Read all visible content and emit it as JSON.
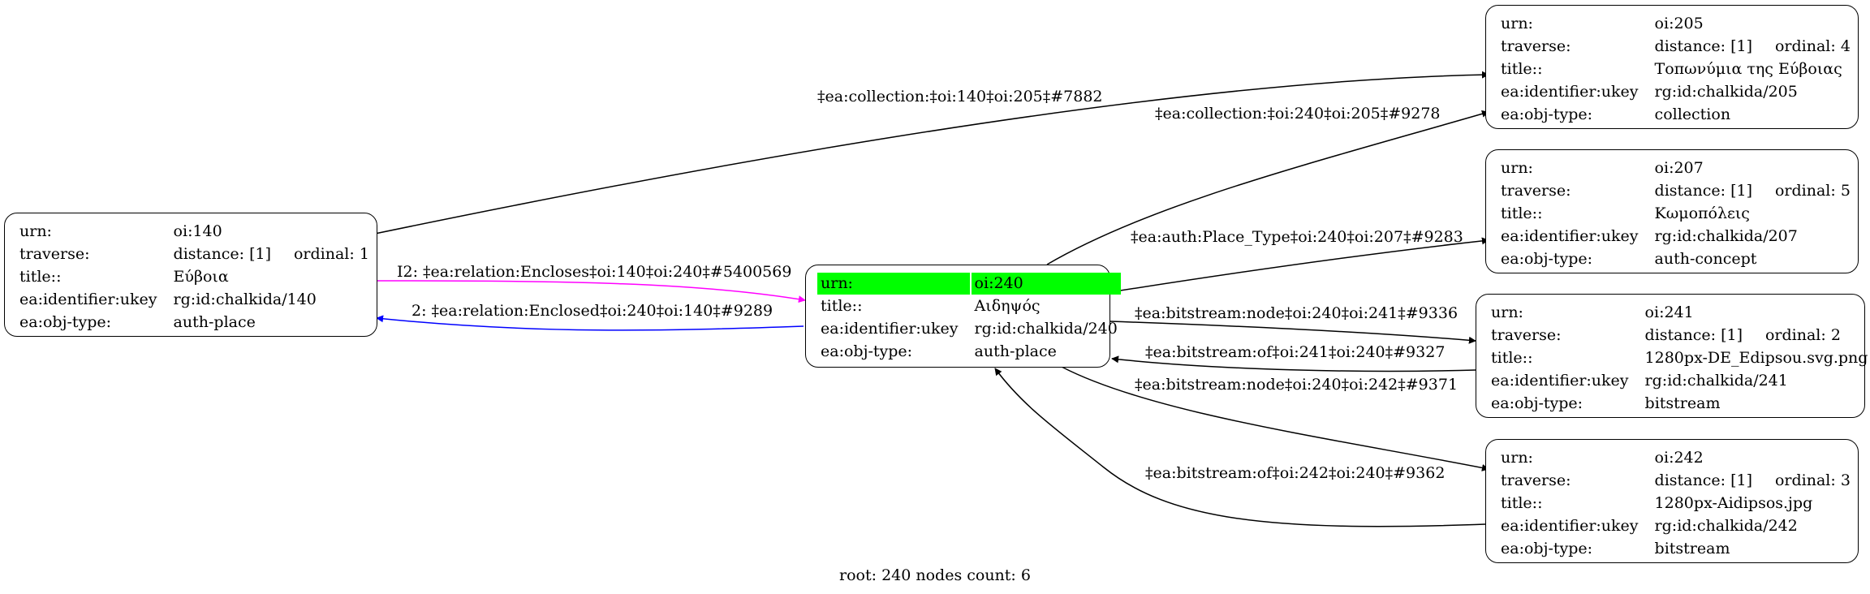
{
  "nodes": {
    "n140": {
      "urn": {
        "k": "urn:",
        "v": "oi:140"
      },
      "traverse": {
        "k": "traverse:",
        "v": "distance: [1]",
        "o": "ordinal: 1"
      },
      "title": {
        "k": "title::",
        "v": "Εύβοια"
      },
      "ukey": {
        "k": "ea:identifier:ukey",
        "v": "rg:id:chalkida/140"
      },
      "type": {
        "k": "ea:obj-type:",
        "v": "auth-place"
      }
    },
    "n240": {
      "urn": {
        "k": "urn:",
        "v": "oi:240"
      },
      "title": {
        "k": "title::",
        "v": "Αιδηψός"
      },
      "ukey": {
        "k": "ea:identifier:ukey",
        "v": "rg:id:chalkida/240"
      },
      "type": {
        "k": "ea:obj-type:",
        "v": "auth-place"
      }
    },
    "n205": {
      "urn": {
        "k": "urn:",
        "v": "oi:205"
      },
      "traverse": {
        "k": "traverse:",
        "v": "distance: [1]",
        "o": "ordinal: 4"
      },
      "title": {
        "k": "title::",
        "v": "Τοπωνύμια της Εύβοιας"
      },
      "ukey": {
        "k": "ea:identifier:ukey",
        "v": "rg:id:chalkida/205"
      },
      "type": {
        "k": "ea:obj-type:",
        "v": "collection"
      }
    },
    "n207": {
      "urn": {
        "k": "urn:",
        "v": "oi:207"
      },
      "traverse": {
        "k": "traverse:",
        "v": "distance: [1]",
        "o": "ordinal: 5"
      },
      "title": {
        "k": "title::",
        "v": "Κωμοπόλεις"
      },
      "ukey": {
        "k": "ea:identifier:ukey",
        "v": "rg:id:chalkida/207"
      },
      "type": {
        "k": "ea:obj-type:",
        "v": "auth-concept"
      }
    },
    "n241": {
      "urn": {
        "k": "urn:",
        "v": "oi:241"
      },
      "traverse": {
        "k": "traverse:",
        "v": "distance: [1]",
        "o": "ordinal: 2"
      },
      "title": {
        "k": "title::",
        "v": "1280px-DE_Edipsou.svg.png"
      },
      "ukey": {
        "k": "ea:identifier:ukey",
        "v": "rg:id:chalkida/241"
      },
      "type": {
        "k": "ea:obj-type:",
        "v": "bitstream"
      }
    },
    "n242": {
      "urn": {
        "k": "urn:",
        "v": "oi:242"
      },
      "traverse": {
        "k": "traverse:",
        "v": "distance: [1]",
        "o": "ordinal: 3"
      },
      "title": {
        "k": "title::",
        "v": "1280px-Aidipsos.jpg"
      },
      "ukey": {
        "k": "ea:identifier:ukey",
        "v": "rg:id:chalkida/242"
      },
      "type": {
        "k": "ea:obj-type:",
        "v": "bitstream"
      }
    }
  },
  "edges": {
    "collection_140_205": "‡ea:collection:‡oi:140‡oi:205‡#7882",
    "collection_240_205": "‡ea:collection:‡oi:240‡oi:205‡#9278",
    "auth_240_207": "‡ea:auth:Place_Type‡oi:240‡oi:207‡#9283",
    "encloses_140_240": "I2: ‡ea:relation:Encloses‡oi:140‡oi:240‡#5400569",
    "enclosed_240_140": "2: ‡ea:relation:Enclosed‡oi:240‡oi:140‡#9289",
    "node_240_241": "‡ea:bitstream:node‡oi:240‡oi:241‡#9336",
    "of_241_240": "‡ea:bitstream:of‡oi:241‡oi:240‡#9327",
    "node_240_242": "‡ea:bitstream:node‡oi:240‡oi:242‡#9371",
    "of_242_240": "‡ea:bitstream:of‡oi:242‡oi:240‡#9362"
  },
  "colors": {
    "highlight": "#00ff00",
    "encloses_edge": "#ff00ff",
    "enclosed_edge": "#0000ff",
    "default_edge": "#000000"
  },
  "footer": "root: 240 nodes count: 6"
}
